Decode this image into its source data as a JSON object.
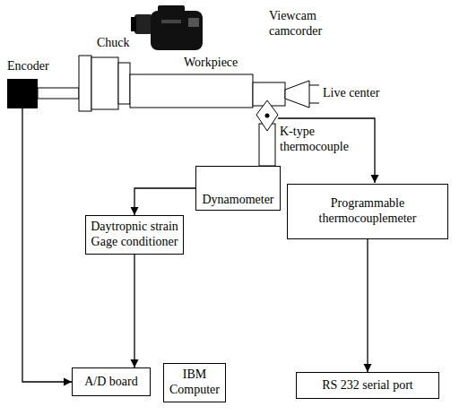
{
  "diagram": {
    "nodes": [
      {
        "text": [
          "Encoder"
        ]
      },
      {
        "text": [
          "Dynamometer"
        ]
      },
      {
        "text": [
          "Daytropnic strain Gage conditioner"
        ]
      },
      {
        "text": [
          "Programmable thermocouplemeter"
        ]
      },
      {
        "text": [
          "A/D board"
        ]
      },
      {
        "text": [
          "IBM Computer"
        ]
      },
      {
        "text": [
          "RS 232 serial port"
        ]
      }
    ],
    "edges": [
      {
        "from": 0,
        "to": 4,
        "arrow": "to"
      },
      {
        "from": 1,
        "to": 2,
        "arrow": "to"
      },
      {
        "from": 2,
        "to": 4,
        "arrow": "to"
      },
      {
        "from": 3,
        "to": 6,
        "arrow": "to"
      }
    ],
    "labels": [
      "Viewcam camcorder",
      "Chuck",
      "Workpiece",
      "Live center",
      "K-type thermocouple"
    ]
  }
}
